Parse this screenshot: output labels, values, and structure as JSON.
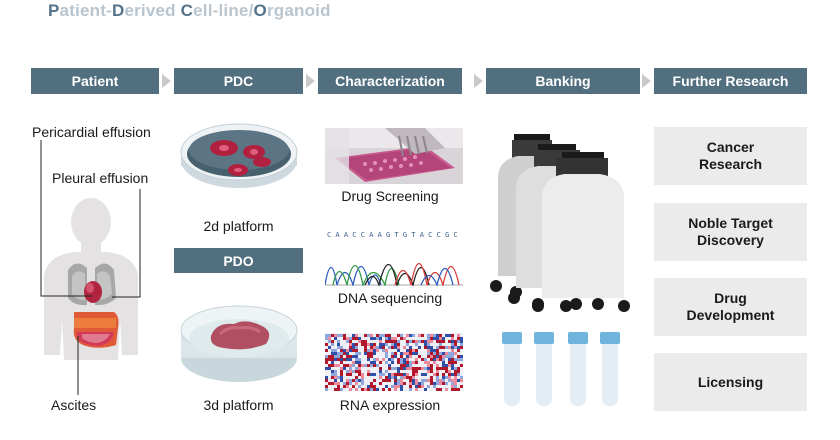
{
  "title": {
    "p1": "P",
    "p2": "atient-",
    "p3": "D",
    "p4": "erived ",
    "p5": "C",
    "p6": "ell-line/",
    "p7": "O",
    "p8": "rganoid"
  },
  "steps": [
    {
      "label": "Patient"
    },
    {
      "label": "PDC"
    },
    {
      "label": "Characterization"
    },
    {
      "label": "Banking"
    },
    {
      "label": "Further Research"
    }
  ],
  "patient": {
    "pericardial": "Pericardial effusion",
    "pleural": "Pleural effusion",
    "ascites": "Ascites"
  },
  "pdc": {
    "platform_2d": "2d platform",
    "pdo_label": "PDO",
    "platform_3d": "3d platform"
  },
  "characterization": {
    "drug": "Drug Screening",
    "dna": "DNA sequencing",
    "rna": "RNA expression",
    "sequence": "C A A C C A A G T G T A C C G C"
  },
  "research": [
    {
      "line1": "Cancer",
      "line2": "Research"
    },
    {
      "line1": "Noble Target",
      "line2": "Discovery"
    },
    {
      "line1": "Drug",
      "line2": "Development"
    },
    {
      "line1": "Licensing",
      "line2": ""
    }
  ],
  "colors": {
    "header": "#526f80",
    "box": "#ebebeb",
    "arrow": "#c9c9c9",
    "title_accent": "#55738a",
    "title_light": "#b9c5cf"
  }
}
